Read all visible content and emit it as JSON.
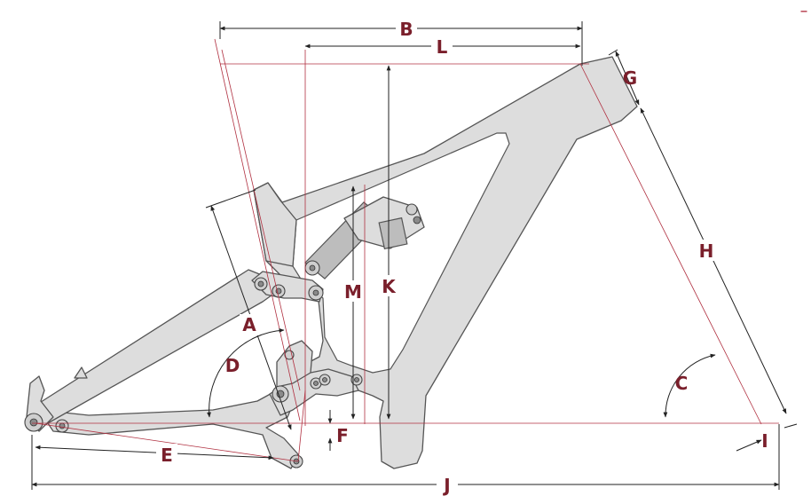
{
  "colors": {
    "label": "#7a1f2b",
    "reference_line": "#b03040",
    "frame_fill": "#dddddd",
    "frame_stroke": "#555555",
    "dimension_line": "#222222"
  },
  "labels": {
    "A": "A",
    "B": "B",
    "C": "C",
    "D": "D",
    "E": "E",
    "F": "F",
    "G": "G",
    "H": "H",
    "I": "I",
    "J": "J",
    "K": "K",
    "L": "L",
    "M": "M"
  },
  "corner_mark": "_"
}
